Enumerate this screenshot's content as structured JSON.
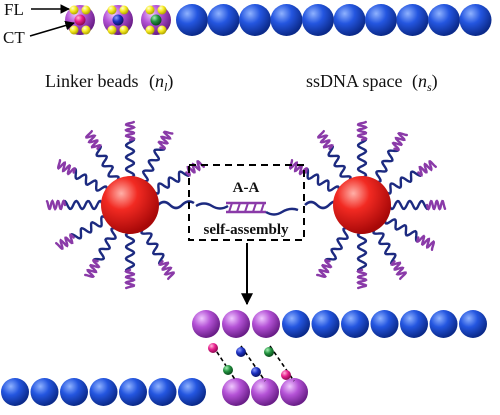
{
  "labels": {
    "fl": "FL",
    "ct": "CT",
    "linker_beads": "Linker beads",
    "linker_symbol": "n",
    "linker_subscript": "l",
    "ssdna_space": "ssDNA space",
    "ssdna_symbol": "n",
    "ssdna_subscript": "s",
    "aa": "A-A",
    "self_assembly": "self-assembly"
  },
  "colors": {
    "backbone_blue": "#1a4fd6",
    "linker_purple": "#b04fd0",
    "nanoparticle_red": "#ee1c1c",
    "flanker_yellow": "#f3ea1a",
    "ct_magenta": "#e6208a",
    "ct_blue": "#1a2fb0",
    "ct_green": "#1f8a3a",
    "strand_navy": "#1c2a80",
    "strand_purple": "#8a3aa8"
  }
}
